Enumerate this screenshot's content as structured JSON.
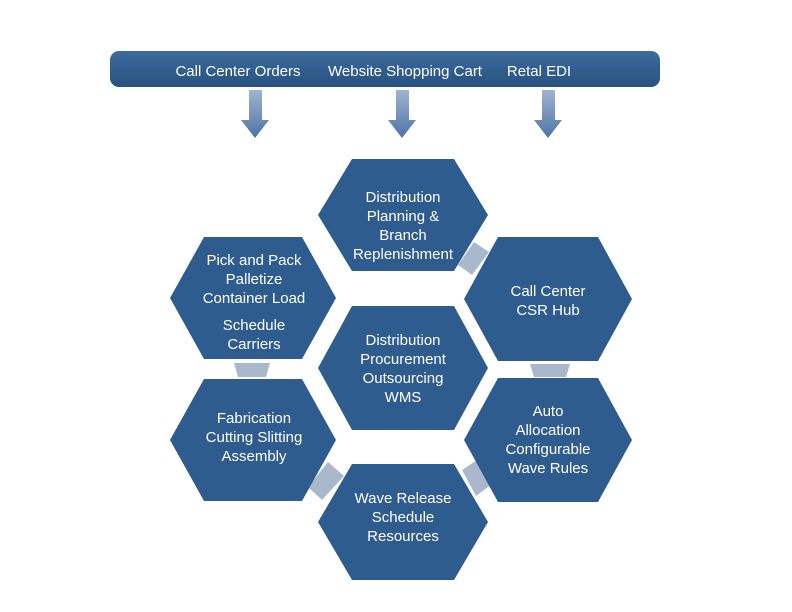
{
  "banner": {
    "items": [
      "Call Center Orders",
      "Website Shopping Cart",
      "Retal EDI"
    ]
  },
  "hexagons": {
    "top": [
      "Distribution",
      "Planning &",
      "Branch",
      "Replenishment"
    ],
    "upper_right": [
      "Call Center",
      "CSR Hub"
    ],
    "lower_right": [
      "Auto",
      "Allocation",
      "Configurable",
      "Wave Rules"
    ],
    "bottom": [
      "Wave Release",
      "Schedule",
      "Resources"
    ],
    "lower_left": [
      "Fabrication",
      "Cutting Slitting",
      "Assembly"
    ],
    "upper_left": [
      "Pick and Pack",
      "Palletize",
      "Container Load",
      "Schedule",
      "Carriers"
    ],
    "center": [
      "Distribution",
      "Procurement",
      "Outsourcing",
      "WMS"
    ]
  },
  "colors": {
    "hex_fill": "#2f5c8f",
    "banner_fill": "#2f5c8f",
    "connector": "#a9b9cb",
    "arrow": "#5b7fae"
  }
}
